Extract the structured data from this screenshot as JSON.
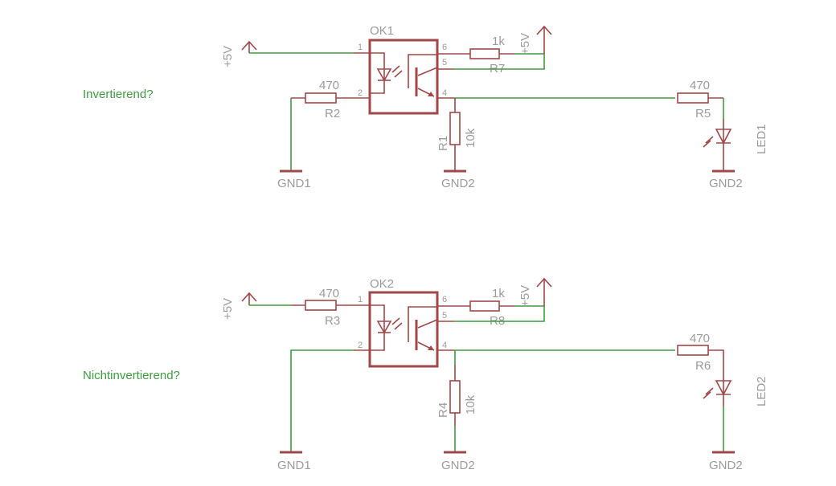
{
  "circuit_1": {
    "title": "Invertierend?",
    "optocoupler": "OK1",
    "pins": [
      "1",
      "2",
      "4",
      "5",
      "6"
    ],
    "supply_left": "+5V",
    "supply_right": "+5V",
    "r_collector": {
      "value": "1k",
      "name": "R7"
    },
    "r_input": {
      "value": "470",
      "name": "R2"
    },
    "r_pulldown": {
      "value": "10k",
      "name": "R1"
    },
    "r_led": {
      "value": "470",
      "name": "R5"
    },
    "led": "LED1",
    "gnd_input": "GND1",
    "gnd_pulldown": "GND2",
    "gnd_led": "GND2"
  },
  "circuit_2": {
    "title": "Nichtinvertierend?",
    "optocoupler": "OK2",
    "pins": [
      "1",
      "2",
      "4",
      "5",
      "6"
    ],
    "supply_left": "+5V",
    "supply_right": "+5V",
    "r_collector": {
      "value": "1k",
      "name": "R8"
    },
    "r_input": {
      "value": "470",
      "name": "R3"
    },
    "r_pulldown": {
      "value": "10k",
      "name": "R4"
    },
    "r_led": {
      "value": "470",
      "name": "R6"
    },
    "led": "LED2",
    "gnd_input": "GND1",
    "gnd_pulldown": "GND2",
    "gnd_led": "GND2"
  },
  "colors": {
    "wire": "#3f9b3f",
    "part": "#a04848",
    "label": "#9b9b9b",
    "title": "#3f9b3f"
  }
}
